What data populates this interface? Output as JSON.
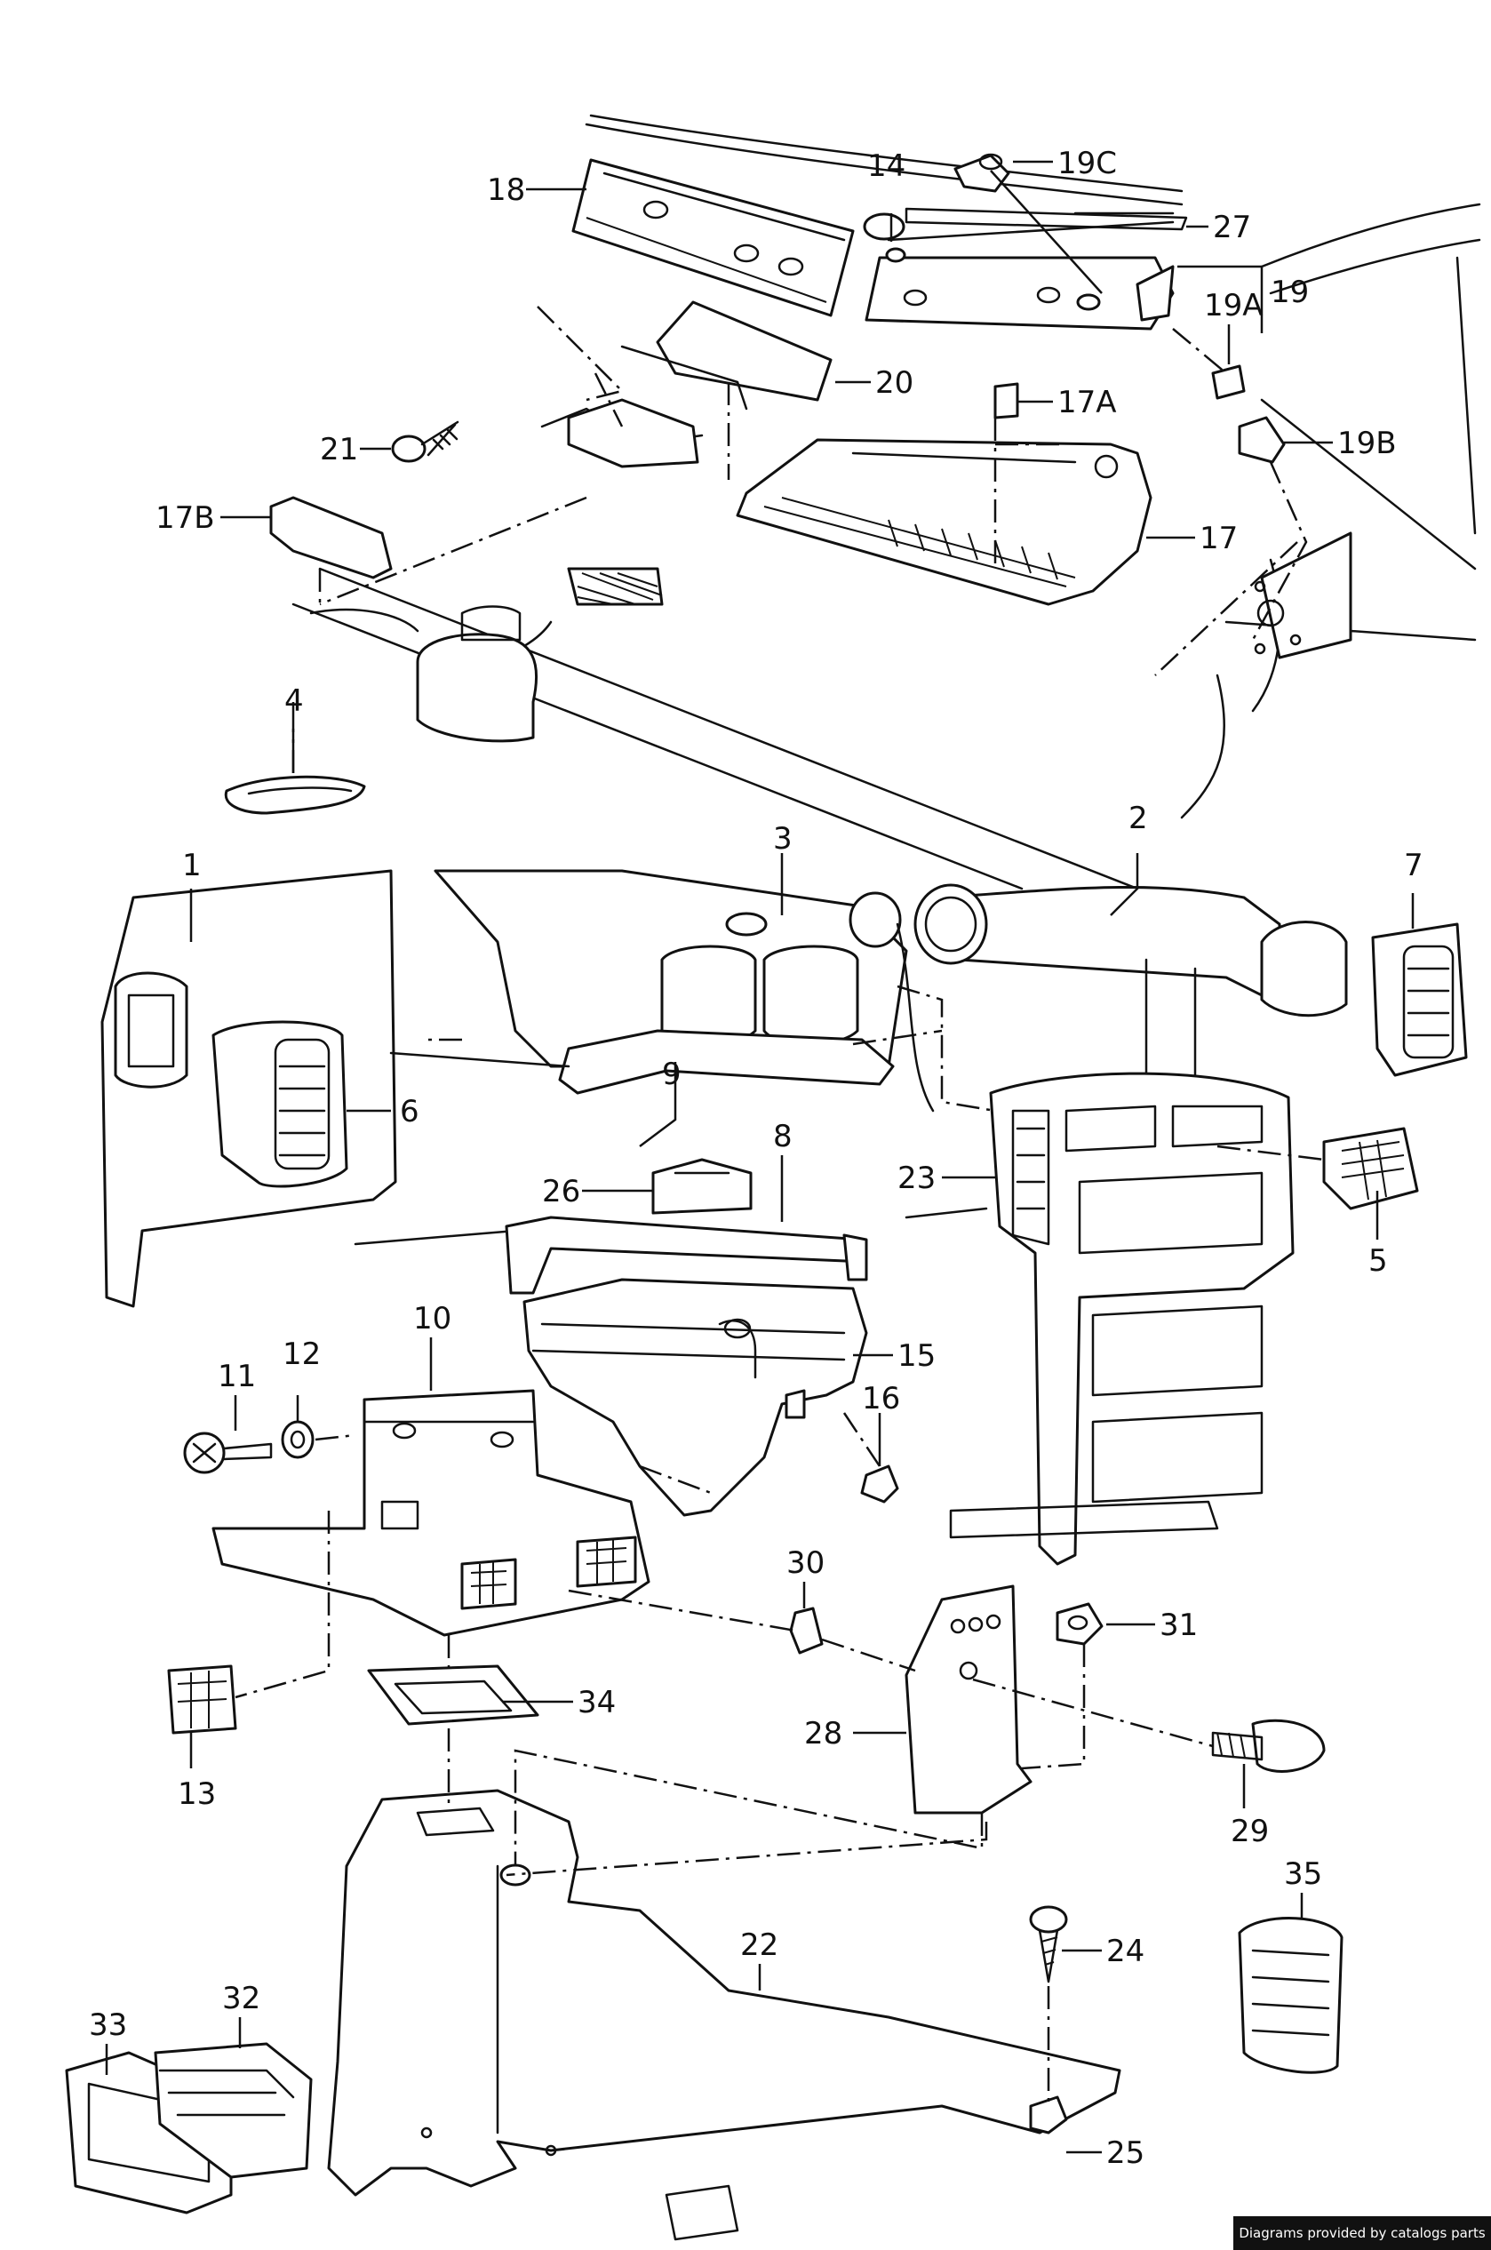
{
  "callouts": {
    "c1": "1",
    "c2": "2",
    "c3": "3",
    "c4": "4",
    "c5": "5",
    "c6": "6",
    "c7": "7",
    "c8": "8",
    "c9": "9",
    "c10": "10",
    "c11": "11",
    "c12": "12",
    "c13": "13",
    "c14": "14",
    "c15": "15",
    "c16": "16",
    "c17": "17",
    "c17a": "17A",
    "c17b": "17B",
    "c18": "18",
    "c19": "19",
    "c19a": "19A",
    "c19b": "19B",
    "c19c": "19C",
    "c20": "20",
    "c21": "21",
    "c22": "22",
    "c23": "23",
    "c24": "24",
    "c25": "25",
    "c26": "26",
    "c27": "27",
    "c28": "28",
    "c29": "29",
    "c30": "30",
    "c31": "31",
    "c32": "32",
    "c33": "33",
    "c34": "34",
    "c35": "35"
  },
  "footer": {
    "credit": "Diagrams provided by catalogs parts"
  }
}
